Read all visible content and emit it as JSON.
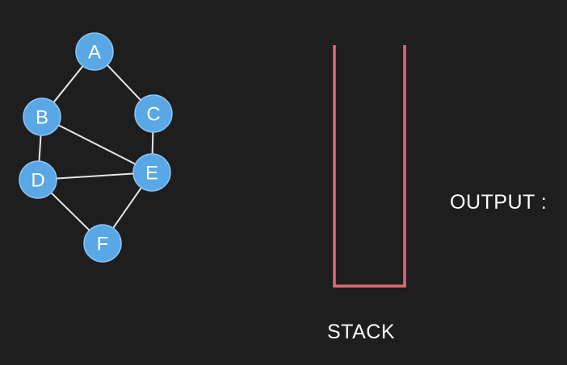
{
  "graph": {
    "nodes": [
      {
        "id": "A",
        "label": "A"
      },
      {
        "id": "B",
        "label": "B"
      },
      {
        "id": "C",
        "label": "C"
      },
      {
        "id": "D",
        "label": "D"
      },
      {
        "id": "E",
        "label": "E"
      },
      {
        "id": "F",
        "label": "F"
      }
    ],
    "edges": [
      [
        "A",
        "B"
      ],
      [
        "A",
        "C"
      ],
      [
        "B",
        "D"
      ],
      [
        "B",
        "E"
      ],
      [
        "C",
        "E"
      ],
      [
        "D",
        "E"
      ],
      [
        "D",
        "F"
      ],
      [
        "E",
        "F"
      ]
    ]
  },
  "stack": {
    "label": "STACK",
    "items": []
  },
  "output": {
    "label": "OUTPUT :",
    "value": ""
  },
  "colors": {
    "background": "#1e1e1e",
    "node_fill": "#5aa7e6",
    "edge": "#e6e6e6",
    "stack": "#e06a78",
    "text": "#ffffff"
  }
}
